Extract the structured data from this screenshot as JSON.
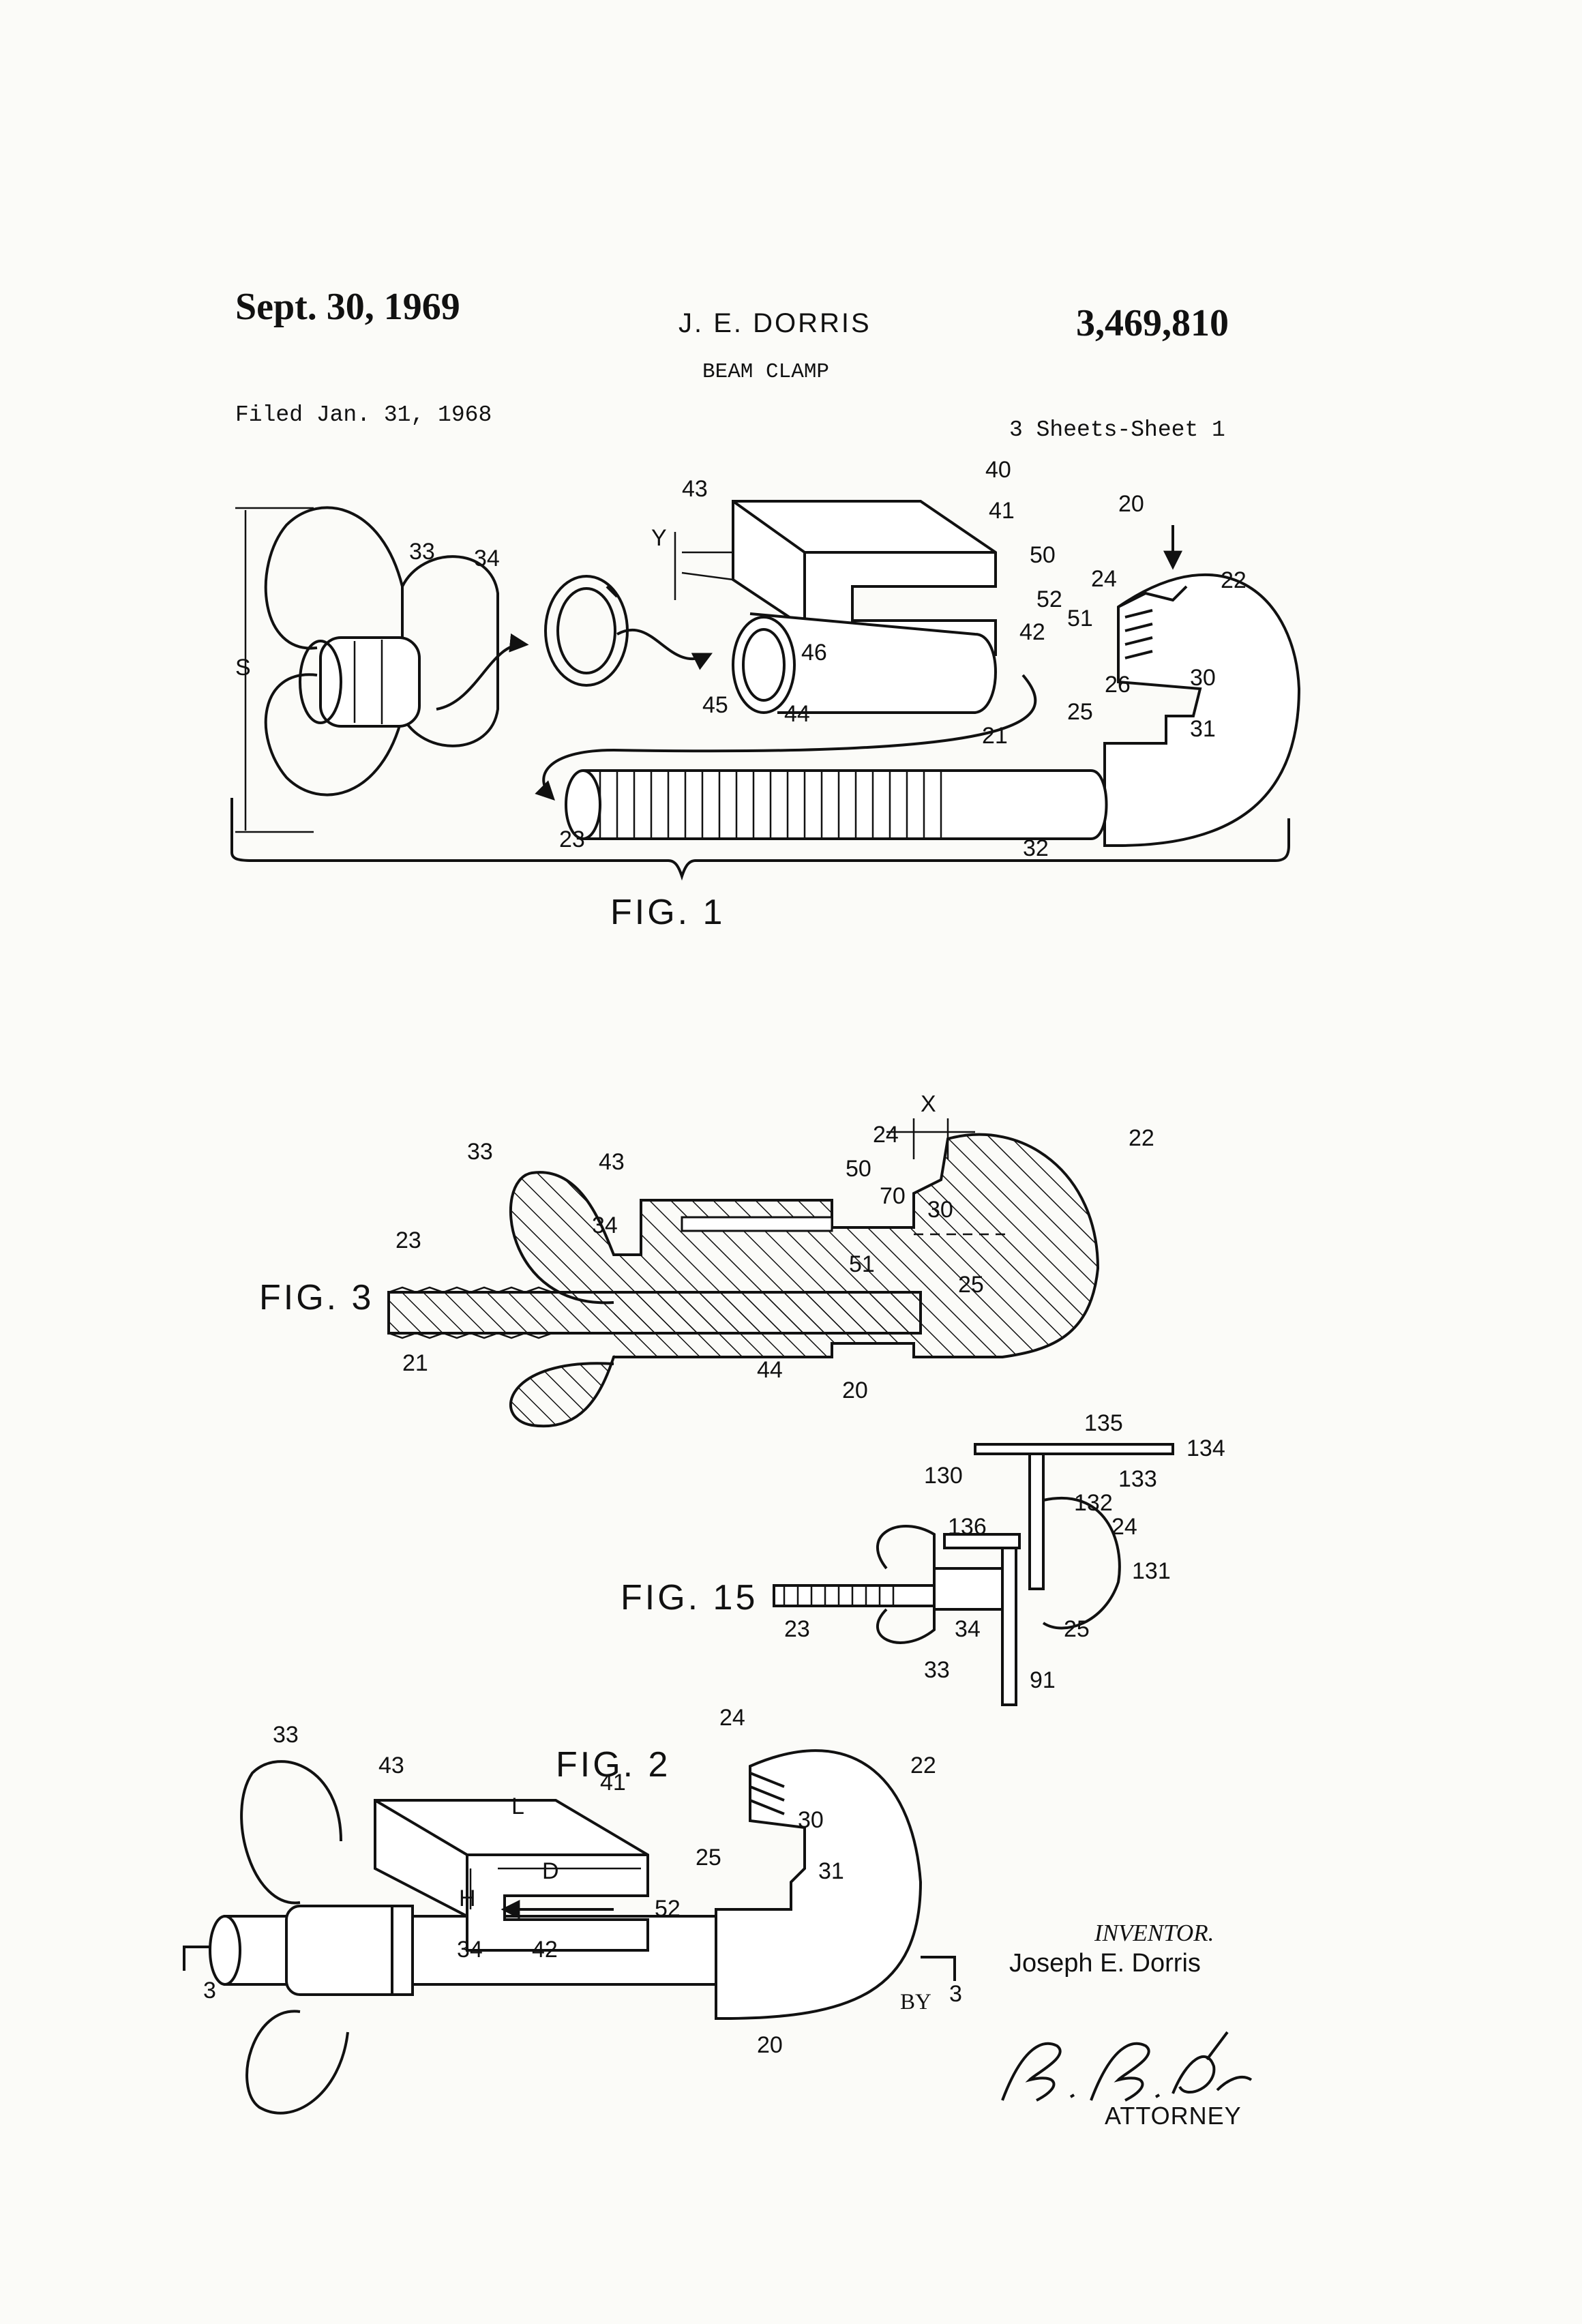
{
  "header": {
    "date": "Sept. 30, 1969",
    "inventor": "J. E. DORRIS",
    "patent_number": "3,469,810",
    "title": "BEAM CLAMP",
    "filed": "Filed Jan. 31, 1968",
    "sheets": "3 Sheets-Sheet 1"
  },
  "figures": {
    "fig1": {
      "label": "FIG. 1",
      "callouts": [
        "33",
        "34",
        "43",
        "40",
        "41",
        "50",
        "52",
        "51",
        "42",
        "46",
        "45",
        "44",
        "20",
        "24",
        "22",
        "26",
        "30",
        "25",
        "31",
        "21",
        "23",
        "32",
        "Y",
        "S"
      ]
    },
    "fig3": {
      "label": "FIG. 3",
      "callouts": [
        "33",
        "43",
        "34",
        "23",
        "21",
        "44",
        "20",
        "50",
        "70",
        "30",
        "51",
        "25",
        "24",
        "22",
        "X"
      ]
    },
    "fig15": {
      "label": "FIG. 15",
      "callouts": [
        "135",
        "134",
        "130",
        "133",
        "132",
        "136",
        "24",
        "131",
        "23",
        "34",
        "25",
        "33",
        "91"
      ]
    },
    "fig2": {
      "label": "FIG. 2",
      "callouts": [
        "33",
        "43",
        "41",
        "L",
        "D",
        "H",
        "52",
        "42",
        "34",
        "3",
        "24",
        "22",
        "30",
        "31",
        "25",
        "20",
        "3"
      ]
    }
  },
  "signature_block": {
    "inventor_label": "INVENTOR.",
    "inventor_name": "Joseph E. Dorris",
    "by": "BY",
    "signature": "B. B. Dore",
    "attorney": "ATTORNEY"
  }
}
